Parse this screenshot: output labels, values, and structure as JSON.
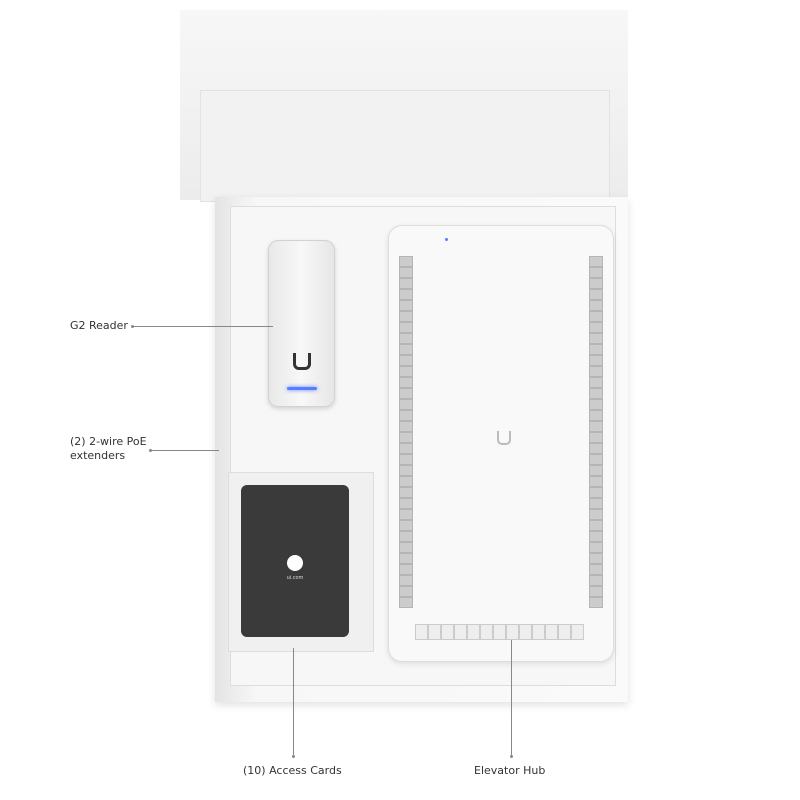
{
  "labels": {
    "reader": "G2 Reader",
    "extenders": "(2) 2-wire PoE extenders",
    "cards": "(10) Access Cards",
    "hub": "Elevator Hub"
  },
  "card_logo": "ui.com",
  "colors": {
    "led": "#5a7cff",
    "card": "#3a3a3a",
    "line": "#888888"
  }
}
